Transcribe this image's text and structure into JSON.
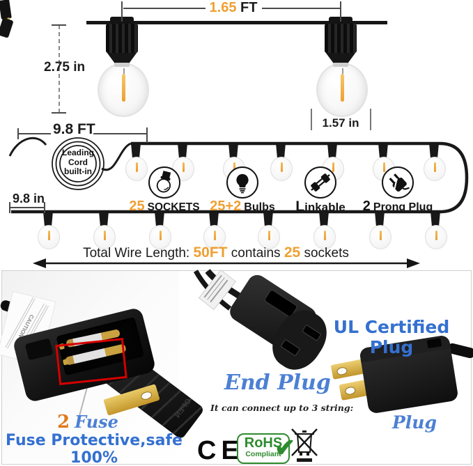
{
  "colors": {
    "accent_orange": "#EFA032",
    "caption_blue": "#3470D0",
    "script_blue": "#4C80D4",
    "red_box": "#D40000",
    "rohs_green": "#2E8B2E",
    "wire_black": "#191919",
    "filament_orange": "#EE9F2E"
  },
  "top": {
    "span": {
      "value": "1.65",
      "unit": "FT"
    },
    "height": "2.75 in",
    "diameter": "1.57 in"
  },
  "garland": {
    "lead": "9.8 FT",
    "coil": [
      "Leading",
      "Cord",
      "built-in"
    ],
    "spacing": "9.8 in",
    "features": [
      {
        "icon": "socket-icon",
        "num": "25",
        "text": "SOCKETS"
      },
      {
        "icon": "bulb-icon",
        "num": "25+2",
        "text": "Bulbs"
      },
      {
        "icon": "linkable-icon",
        "num": "",
        "text": "Linkable"
      },
      {
        "icon": "prong-plug-icon",
        "num": "2",
        "text": "Prong Plug"
      }
    ],
    "total": {
      "label": "Total Wire Length: ",
      "length": "50FT",
      "mid": " contains ",
      "count": "25",
      "end": " sockets"
    }
  },
  "bottom": {
    "fuse": {
      "num": "2",
      "word": "Fuse",
      "caption": "Fuse Protective,safe 100%",
      "tag": "CAUTION",
      "slider": "OPEN"
    },
    "end": {
      "title": "End Plug",
      "note": "It can connect up to 3 string:"
    },
    "ul": {
      "title": "UL Certified Plug",
      "label": "Plug"
    },
    "marks": {
      "ce": "CE",
      "rohs1": "RoHS",
      "rohs2": "Compliant",
      "check": "✔"
    }
  }
}
